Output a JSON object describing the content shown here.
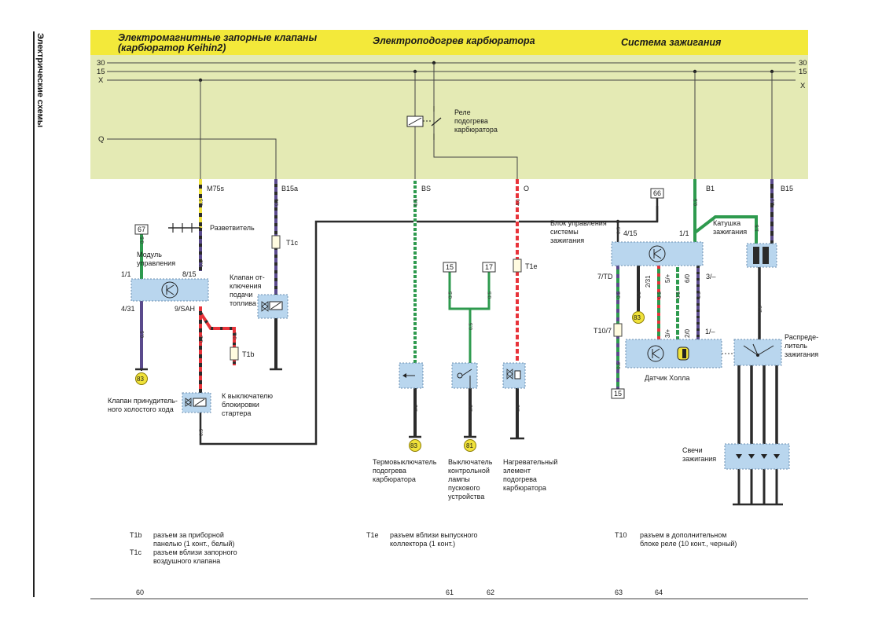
{
  "side_title": "Электрические схемы",
  "headers": {
    "left": [
      "Электромагнитные запорные клапаны",
      "(карбюратор Keihin2)"
    ],
    "middle": "Электроподогрев карбюратора",
    "right": "Система зажигания"
  },
  "bus_labels": {
    "b30": "30",
    "b15": "15",
    "bx": "X",
    "q": "Q"
  },
  "wire_tags": {
    "m75s": "M75s",
    "b15a": "B15a",
    "bs": "BS",
    "o": "O",
    "b1": "B1",
    "b15": "B15"
  },
  "ground_refs": {
    "g67": "67",
    "g66": "66",
    "g15a": "15",
    "g17": "17",
    "g15b": "15",
    "g83": "83",
    "g81": "81"
  },
  "components": {
    "relay": [
      "Реле",
      "подогрева",
      "карбюратора"
    ],
    "splitter": "Разветвитель",
    "module": [
      "Модуль",
      "управления"
    ],
    "fuel_valve": [
      "Клапан от-",
      "ключения",
      "подачи",
      "топлива"
    ],
    "idle_valve": [
      "Клапан принудитель-",
      "ного холостого хода"
    ],
    "starter_lock": [
      "К выключателю",
      "блокировки",
      "стартера"
    ],
    "thermo_switch": [
      "Термовыключатель",
      "подогрева",
      "карбюратора"
    ],
    "lamp_switch": [
      "Выключатель",
      "контрольной",
      "лампы",
      "пускового",
      "устройства"
    ],
    "heater": [
      "Нагревательный",
      "элемент",
      "подогрева",
      "карбюратора"
    ],
    "ignition_unit": [
      "Блок управления",
      "системы",
      "зажигания"
    ],
    "coil": [
      "Катушка",
      "зажигания"
    ],
    "hall": "Датчик Холла",
    "distributor": [
      "Распреде-",
      "литель",
      "зажигания"
    ],
    "plugs": [
      "Свечи",
      "зажигания"
    ]
  },
  "pins": {
    "m_1_1": "1/1",
    "m_8_15": "8/15",
    "m_4_31": "4/31",
    "m_9_sah": "9/SAH",
    "u_4_15": "4/15",
    "u_7_td": "7/TD",
    "u_2_31": "2/31",
    "u_5p": "5/+",
    "u_6_0": "6/0",
    "u_3m": "3/–",
    "c_1_1": "1/1",
    "h_3p": "3/+",
    "h_2_0": "2/0",
    "h_1m": "1/–"
  },
  "connectors": {
    "t1c": "T1c",
    "t1b": "T1b",
    "t1e": "T1e",
    "t10_7": "T10/7"
  },
  "wire_sizes": {
    "s1": "0.5",
    "s2": "0.5",
    "s3": "0.5",
    "s4": "0.5",
    "s5": "0.5",
    "s6": "0.5",
    "s7": "0.5",
    "s8": "0.5",
    "s9": "0.5",
    "s10": "0.5",
    "s11": "0.5",
    "s12": "0.5",
    "s13": "0.5",
    "s14": "0.5",
    "s15": "0.5",
    "s16": "4.0",
    "s17": "0.5",
    "s18": "0.5",
    "s19": "0.5",
    "s20": "0.5",
    "s21": "0.5",
    "s22": "0.5",
    "s23": "0.5",
    "s24": "0.5",
    "s25": "1.5",
    "s26": "1.5",
    "s27": "1.5"
  },
  "notes": {
    "n1_key": "T1b",
    "n1_text": [
      "разъем за приборной",
      "панелью (1 конт., белый)"
    ],
    "n2_key": "T1c",
    "n2_text": [
      "разъем вблизи запорного",
      "воздушного клапана"
    ],
    "n3_key": "T1e",
    "n3_text": [
      "разъем вблизи выпускного",
      "коллектора (1 конт.)"
    ],
    "n4_key": "T10",
    "n4_text": [
      "разъем в дополнительном",
      "блоке реле (10 конт., черный)"
    ]
  },
  "page_refs": [
    "60",
    "61",
    "62",
    "63",
    "64"
  ],
  "colors": {
    "band": "#e4eab4",
    "header_band": "#f3e93a",
    "component_fill": "#b9d6ee",
    "wire_green": "#2e9a4e",
    "wire_red": "#e8333a",
    "wire_black": "#2b2b2b",
    "wire_purple": "#5a4a8c",
    "ground_fill": "#f0e23a"
  }
}
